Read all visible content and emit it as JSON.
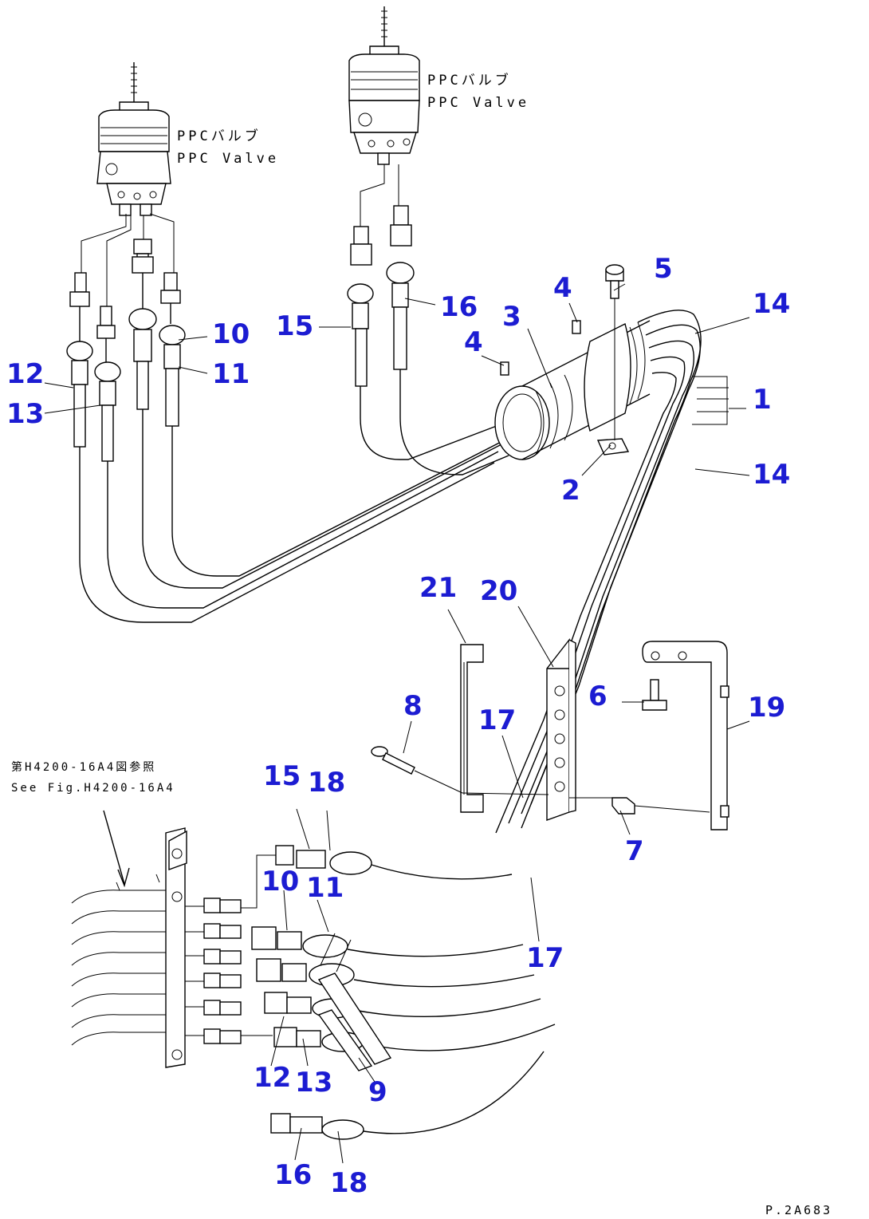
{
  "labels": {
    "ppc_jp_left": "PPCバルブ",
    "ppc_en_left": "PPC Valve",
    "ppc_jp_right": "PPCバルブ",
    "ppc_en_right": "PPC Valve",
    "ref_jp": "第H4200-16A4図参照",
    "ref_en": "See Fig.H4200-16A4",
    "page_id": "P.2A683"
  },
  "callouts": [
    {
      "id": "c5",
      "text": "5"
    },
    {
      "id": "c4a",
      "text": "4"
    },
    {
      "id": "c14a",
      "text": "14"
    },
    {
      "id": "c3",
      "text": "3"
    },
    {
      "id": "c4b",
      "text": "4"
    },
    {
      "id": "c15a",
      "text": "15"
    },
    {
      "id": "c16a",
      "text": "16"
    },
    {
      "id": "c10a",
      "text": "10"
    },
    {
      "id": "c11a",
      "text": "11"
    },
    {
      "id": "c12a",
      "text": "12"
    },
    {
      "id": "c13a",
      "text": "13"
    },
    {
      "id": "c1",
      "text": "1"
    },
    {
      "id": "c2",
      "text": "2"
    },
    {
      "id": "c14b",
      "text": "14"
    },
    {
      "id": "c21",
      "text": "21"
    },
    {
      "id": "c20",
      "text": "20"
    },
    {
      "id": "c8",
      "text": "8"
    },
    {
      "id": "c6",
      "text": "6"
    },
    {
      "id": "c19",
      "text": "19"
    },
    {
      "id": "c17a",
      "text": "17"
    },
    {
      "id": "c15b",
      "text": "15"
    },
    {
      "id": "c18a",
      "text": "18"
    },
    {
      "id": "c7",
      "text": "7"
    },
    {
      "id": "c10b",
      "text": "10"
    },
    {
      "id": "c11b",
      "text": "11"
    },
    {
      "id": "c17b",
      "text": "17"
    },
    {
      "id": "c12b",
      "text": "12"
    },
    {
      "id": "c13b",
      "text": "13"
    },
    {
      "id": "c9",
      "text": "9"
    },
    {
      "id": "c16b",
      "text": "16"
    },
    {
      "id": "c18b",
      "text": "18"
    }
  ]
}
